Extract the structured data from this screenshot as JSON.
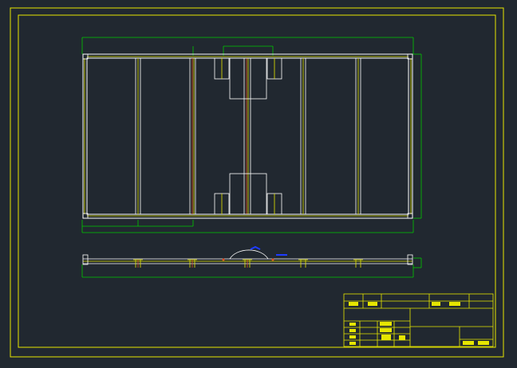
{
  "app": {
    "colors": {
      "background": "#212830",
      "border": "#e6e600",
      "frame": "#ffffff",
      "dimension": "#00c800",
      "member_yellow": "#e6e600",
      "member_red": "#e05020",
      "annotation": "#1e3cff",
      "title_block": "#e6e600"
    }
  },
  "drawing": {
    "kind": "cad-frame-plan",
    "views": [
      "plan-view",
      "elevation-view"
    ],
    "crossmember_count": 6,
    "title_block": {
      "row1_labels": [
        "",
        "",
        "",
        ""
      ],
      "left_labels": [
        "",
        "",
        "",
        ""
      ],
      "right_labels": [
        "",
        ""
      ]
    }
  }
}
